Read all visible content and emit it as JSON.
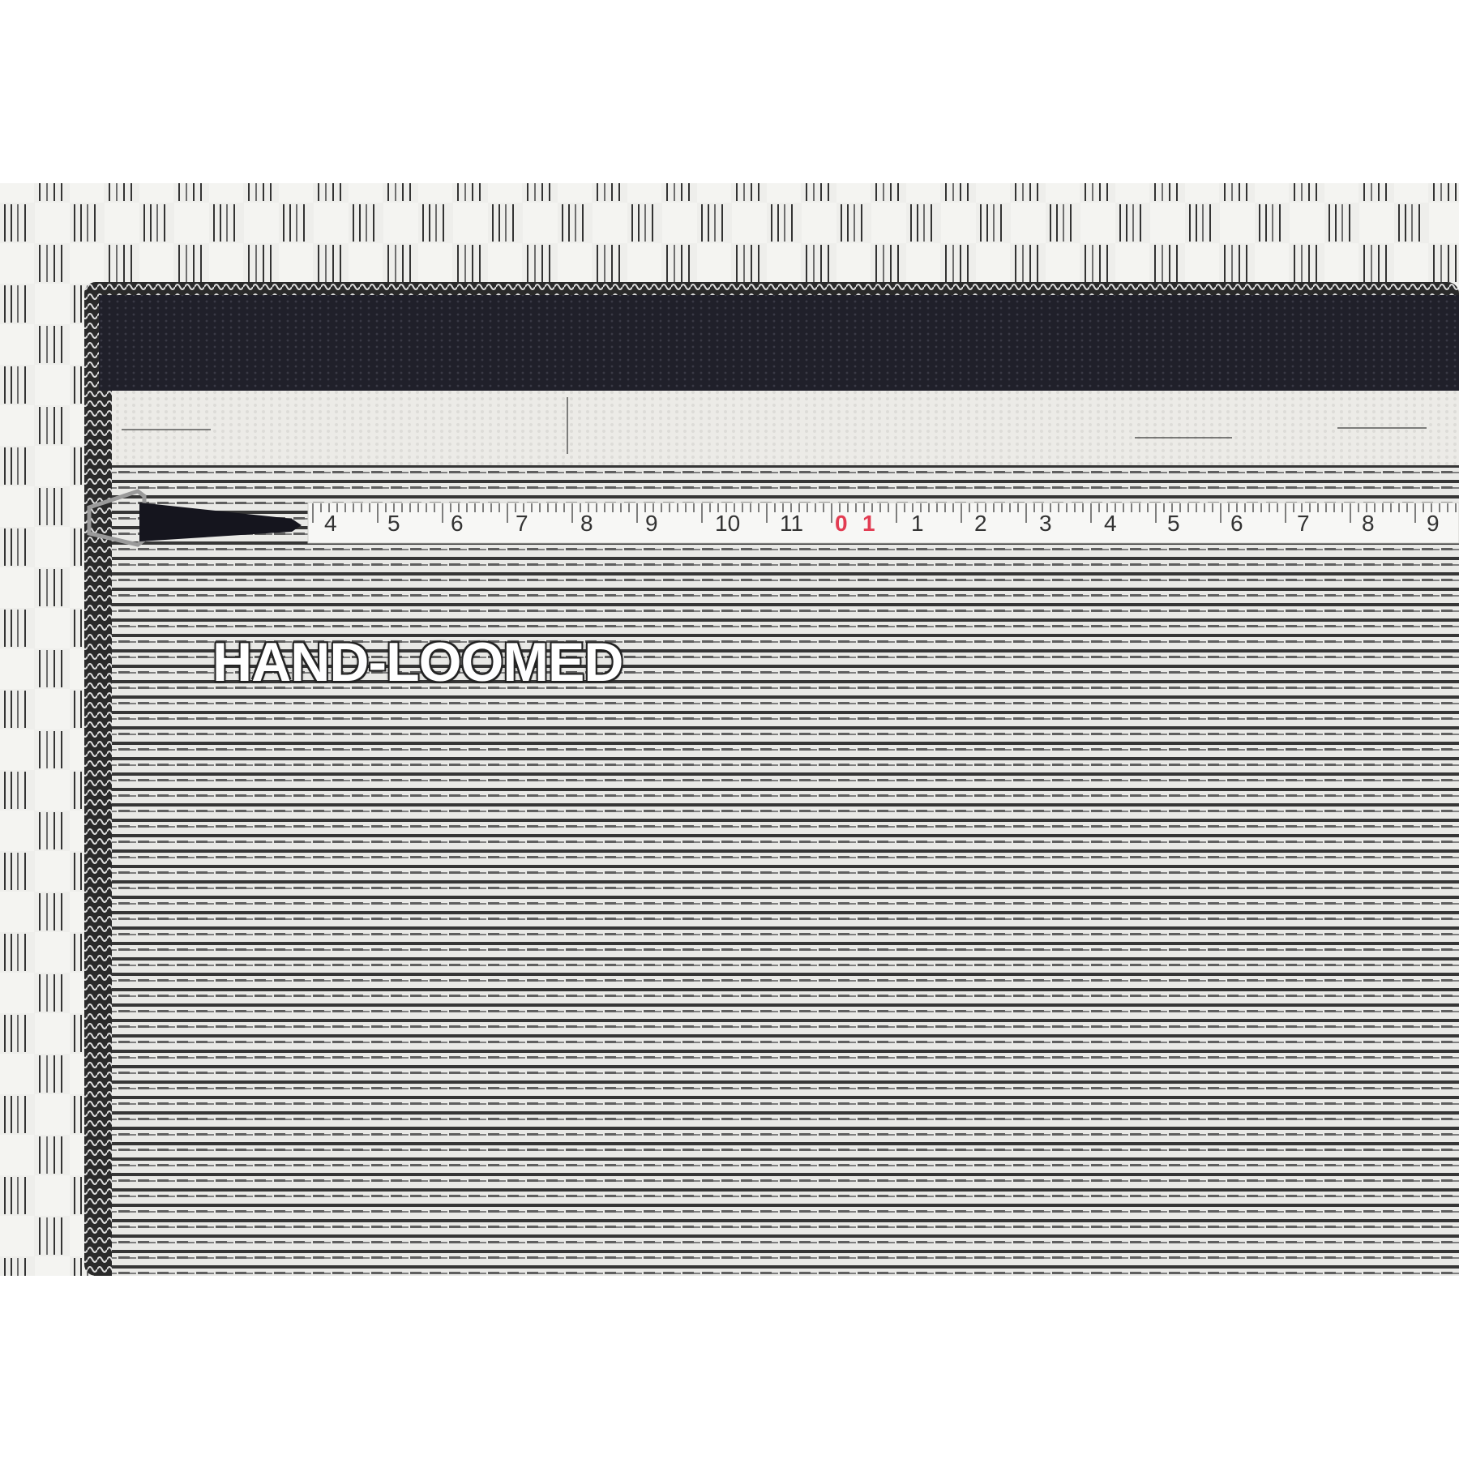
{
  "caption": "HAND-LOOMED",
  "tape": {
    "labels": [
      "4",
      "5",
      "6",
      "7",
      "8",
      "9",
      "10",
      "11",
      "0",
      "1",
      "1",
      "2",
      "3",
      "4",
      "5",
      "6",
      "7",
      "8",
      "9"
    ],
    "highlight_color": "#e23c52"
  },
  "colors": {
    "dark_band": "#1e1e26",
    "ivory": "#eeedea",
    "tape": "#f7f7f5"
  }
}
